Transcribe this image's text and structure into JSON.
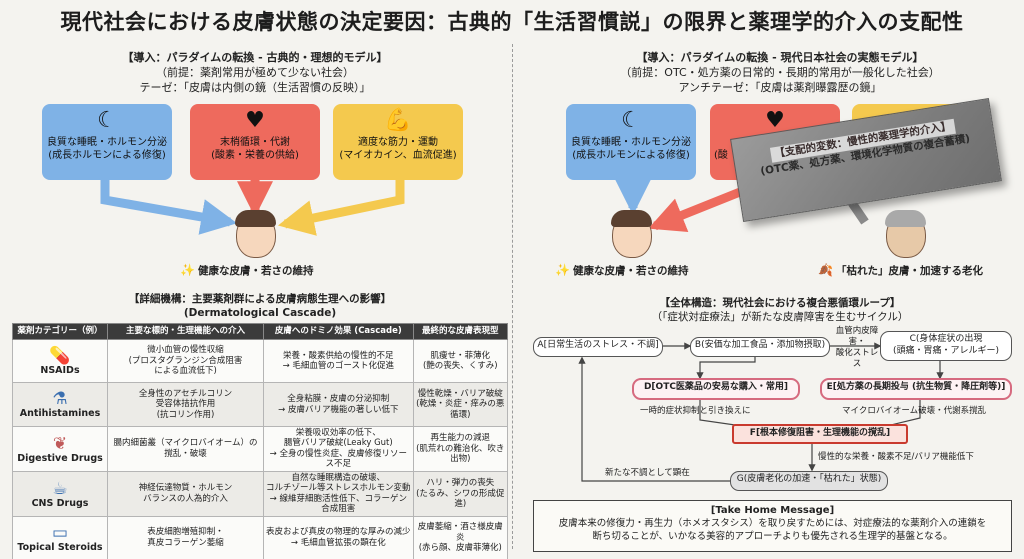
{
  "title": "現代社会における皮膚状態の決定要因：古典的「生活習慣説」の限界と薬理学的介入の支配性",
  "left": {
    "header_line1": "【導入：パラダイムの転換 - 古典的・理想的モデル】",
    "header_line2": "（前提：薬剤常用が極めて少ない社会）",
    "header_line3": "テーゼ：「皮膚は内側の鏡（生活習慣の反映）」",
    "box_blue": {
      "line1": "良質な睡眠・ホルモン分泌",
      "line2": "(成長ホルモンによる修復)",
      "icon": "moon-icon"
    },
    "box_red": {
      "line1": "末梢循環・代謝",
      "line2": "(酸素・栄養の供給)",
      "icon": "heart-icon"
    },
    "box_yellow": {
      "line1": "適度な筋力・運動",
      "line2": "(マイオカイン、血流促進)",
      "icon": "muscle-icon"
    },
    "outcome": "健康な皮膚・若さの維持"
  },
  "right": {
    "header_line1": "【導入：パラダイムの転換 - 現代日本社会の実態モデル】",
    "header_line2": "（前提：OTC・処方薬の日常的・長期的常用が一般化した社会）",
    "header_line3": "アンチテーゼ：「皮膚は薬剤曝露歴の鏡」",
    "box_blue": {
      "line1": "良質な睡眠・ホルモン分泌",
      "line2": "(成長ホルモンによる修復)"
    },
    "box_red_partial": "(酸",
    "slab_line1": "【支配的変数：慢性的薬理学的介入】",
    "slab_line2": "(OTC薬、処方薬、環境化学物質の複合蓄積)",
    "outcome_good": "健康な皮膚・若さの維持",
    "outcome_bad": "「枯れた」皮膚・加速する老化"
  },
  "mechanism": {
    "header_line1": "【詳細機構：主要薬剤群による皮膚病態生理への影響】",
    "header_line2": "(Dermatological Cascade)",
    "columns": [
      "薬剤カテゴリー（例）",
      "主要な標的・生理機能への介入",
      "皮膚へのドミノ効果 (Cascade)",
      "最終的な皮膚表現型"
    ],
    "rows": [
      {
        "category": "NSAIDs",
        "target": "微小血管の慢性収縮\n(プロスタグランジン合成阻害\nによる血流低下)",
        "cascade": "栄養・酸素供給の慢性的不足\n→ 毛細血管のゴースト化促進",
        "phenotype": "肌痩せ・菲薄化\n(艶の喪失、くすみ)"
      },
      {
        "category": "Antihistamines",
        "target": "全身性のアセチルコリン\n受容体拮抗作用\n(抗コリン作用)",
        "cascade": "全身粘膜・皮膚の分泌抑制\n→ 皮膚バリア機能の著しい低下",
        "phenotype": "慢性乾燥・バリア破綻\n(乾燥・炎症・痒みの悪循環)"
      },
      {
        "category": "Digestive Drugs",
        "target": "腸内細菌叢（マイクロバイオーム）の撹乱・破壊",
        "cascade": "栄養吸収効率の低下、\n腸管バリア破綻(Leaky Gut)\n→ 全身の慢性炎症、皮膚修復リソース不足",
        "phenotype": "再生能力の減退\n(肌荒れの難治化、吹き出物)"
      },
      {
        "category": "CNS Drugs",
        "target": "神経伝達物質・ホルモン\nバランスの人為的介入",
        "cascade": "自然な睡眠構造の破壊、\nコルチゾール等ストレスホルモン変動\n→ 線維芽細胞活性低下、コラーゲン合成阻害",
        "phenotype": "ハリ・弾力の喪失\n(たるみ、シワの形成促進)"
      },
      {
        "category": "Topical Steroids",
        "target": "表皮細胞増殖抑制・\n真皮コラーゲン萎縮",
        "cascade": "表皮および真皮の物理的な厚みの減少\n→ 毛細血管拡張の顕在化",
        "phenotype": "皮膚萎縮・酒さ様皮膚炎\n(赤ら顔、皮膚菲薄化)"
      }
    ]
  },
  "loop": {
    "header_line1": "【全体構造：現代社会における複合悪循環ループ】",
    "header_line2": "（「症状対症療法」が新たな皮膚障害を生むサイクル）",
    "node_a": "A[日常生活のストレス・不調]",
    "node_b": "B(安価な加工食品・添加物摂取)",
    "node_c": "C(身体症状の出現\n(頭痛・胃痛・アレルギー)",
    "node_d": "D[OTC医薬品の安易な購入・常用]",
    "node_e": "E[処方薬の長期投与 (抗生物質・降圧剤等)]",
    "node_f": "F[根本修復阻害・生理機能の撹乱]",
    "node_g": "G(皮膚老化の加速・「枯れた」状態)",
    "label_bc": "血管内皮障害・\n酸化ストレス",
    "label_d": "一時的症状抑制と引き換えに",
    "label_e": "マイクロバイオーム破壊・代謝系撹乱",
    "label_f": "慢性的な栄養・酸素不足/バリア機能低下",
    "label_g": "新たな不調として顕在"
  },
  "take_home": {
    "title": "[Take Home Message]",
    "line1": "皮膚本来の修復力・再生力（ホメオスタシス）を取り戻すためには、対症療法的な薬剤介入の連鎖を",
    "line2": "断ち切ることが、いかなる美容的アプローチよりも優先される生理学的基盤となる。"
  }
}
